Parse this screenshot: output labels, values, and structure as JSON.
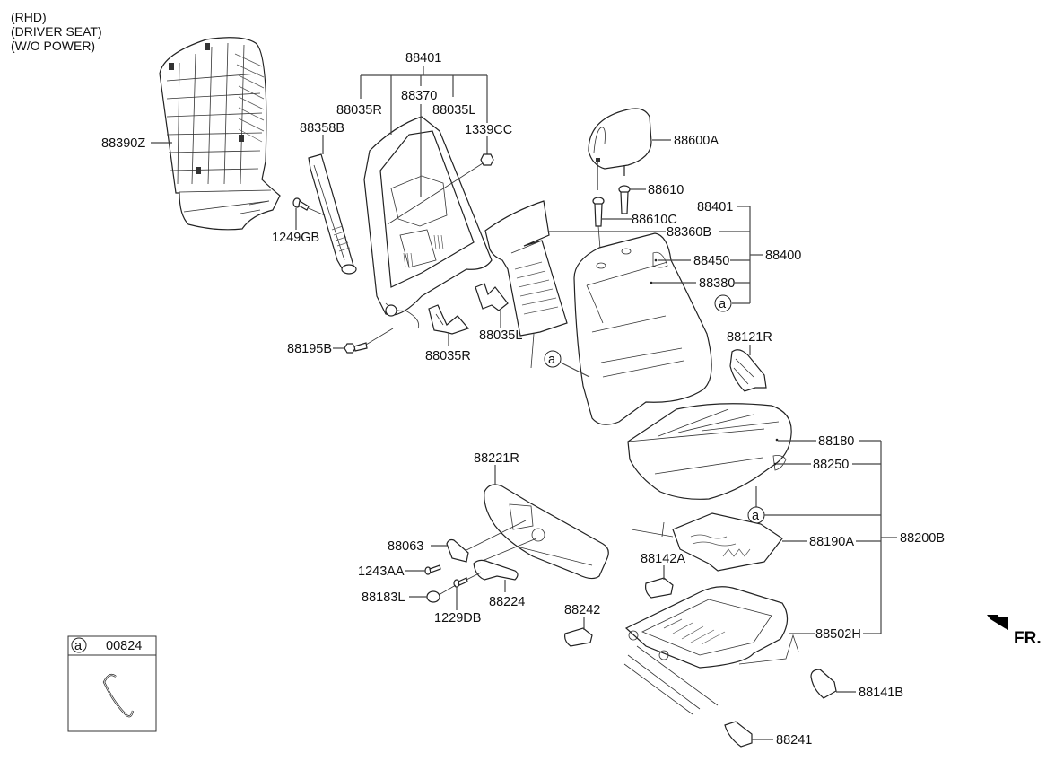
{
  "notes": [
    "(RHD)",
    "(DRIVER SEAT)",
    "(W/O POWER)"
  ],
  "direction": {
    "label": "FR.",
    "icon": "front-direction-arrow"
  },
  "legend_box": {
    "ref_letter": "a",
    "part_number": "00824",
    "icon": "hog-ring-clip"
  },
  "group_labels": {
    "backrest_frame_group": "88401",
    "backrest_assembly_group": "88400",
    "cushion_assembly_group": "88200B"
  },
  "callouts": [
    {
      "id": "c-88390Z",
      "part": "88390Z"
    },
    {
      "id": "c-88358B",
      "part": "88358B"
    },
    {
      "id": "c-1249GB",
      "part": "1249GB"
    },
    {
      "id": "c-88401-top",
      "part": "88401"
    },
    {
      "id": "c-88035R-top",
      "part": "88035R"
    },
    {
      "id": "c-88370",
      "part": "88370"
    },
    {
      "id": "c-88035L-top",
      "part": "88035L"
    },
    {
      "id": "c-1339CC",
      "part": "1339CC"
    },
    {
      "id": "c-88195B",
      "part": "88195B"
    },
    {
      "id": "c-88035R-bot",
      "part": "88035R"
    },
    {
      "id": "c-88035L-bot",
      "part": "88035L"
    },
    {
      "id": "c-88600A",
      "part": "88600A"
    },
    {
      "id": "c-88610",
      "part": "88610"
    },
    {
      "id": "c-88610C",
      "part": "88610C"
    },
    {
      "id": "c-88401-right",
      "part": "88401"
    },
    {
      "id": "c-88360B",
      "part": "88360B"
    },
    {
      "id": "c-88450",
      "part": "88450"
    },
    {
      "id": "c-88380",
      "part": "88380"
    },
    {
      "id": "c-88400",
      "part": "88400"
    },
    {
      "id": "c-88121R",
      "part": "88121R"
    },
    {
      "id": "c-88180",
      "part": "88180"
    },
    {
      "id": "c-88250",
      "part": "88250"
    },
    {
      "id": "c-88200B",
      "part": "88200B"
    },
    {
      "id": "c-88190A",
      "part": "88190A"
    },
    {
      "id": "c-88142A",
      "part": "88142A"
    },
    {
      "id": "c-88502H",
      "part": "88502H"
    },
    {
      "id": "c-88141B",
      "part": "88141B"
    },
    {
      "id": "c-88241",
      "part": "88241"
    },
    {
      "id": "c-88221R",
      "part": "88221R"
    },
    {
      "id": "c-88063",
      "part": "88063"
    },
    {
      "id": "c-1243AA",
      "part": "1243AA"
    },
    {
      "id": "c-88183L",
      "part": "88183L"
    },
    {
      "id": "c-1229DB",
      "part": "1229DB"
    },
    {
      "id": "c-88224",
      "part": "88224"
    },
    {
      "id": "c-88242",
      "part": "88242"
    }
  ],
  "ref_markers": [
    "a",
    "a",
    "a"
  ]
}
